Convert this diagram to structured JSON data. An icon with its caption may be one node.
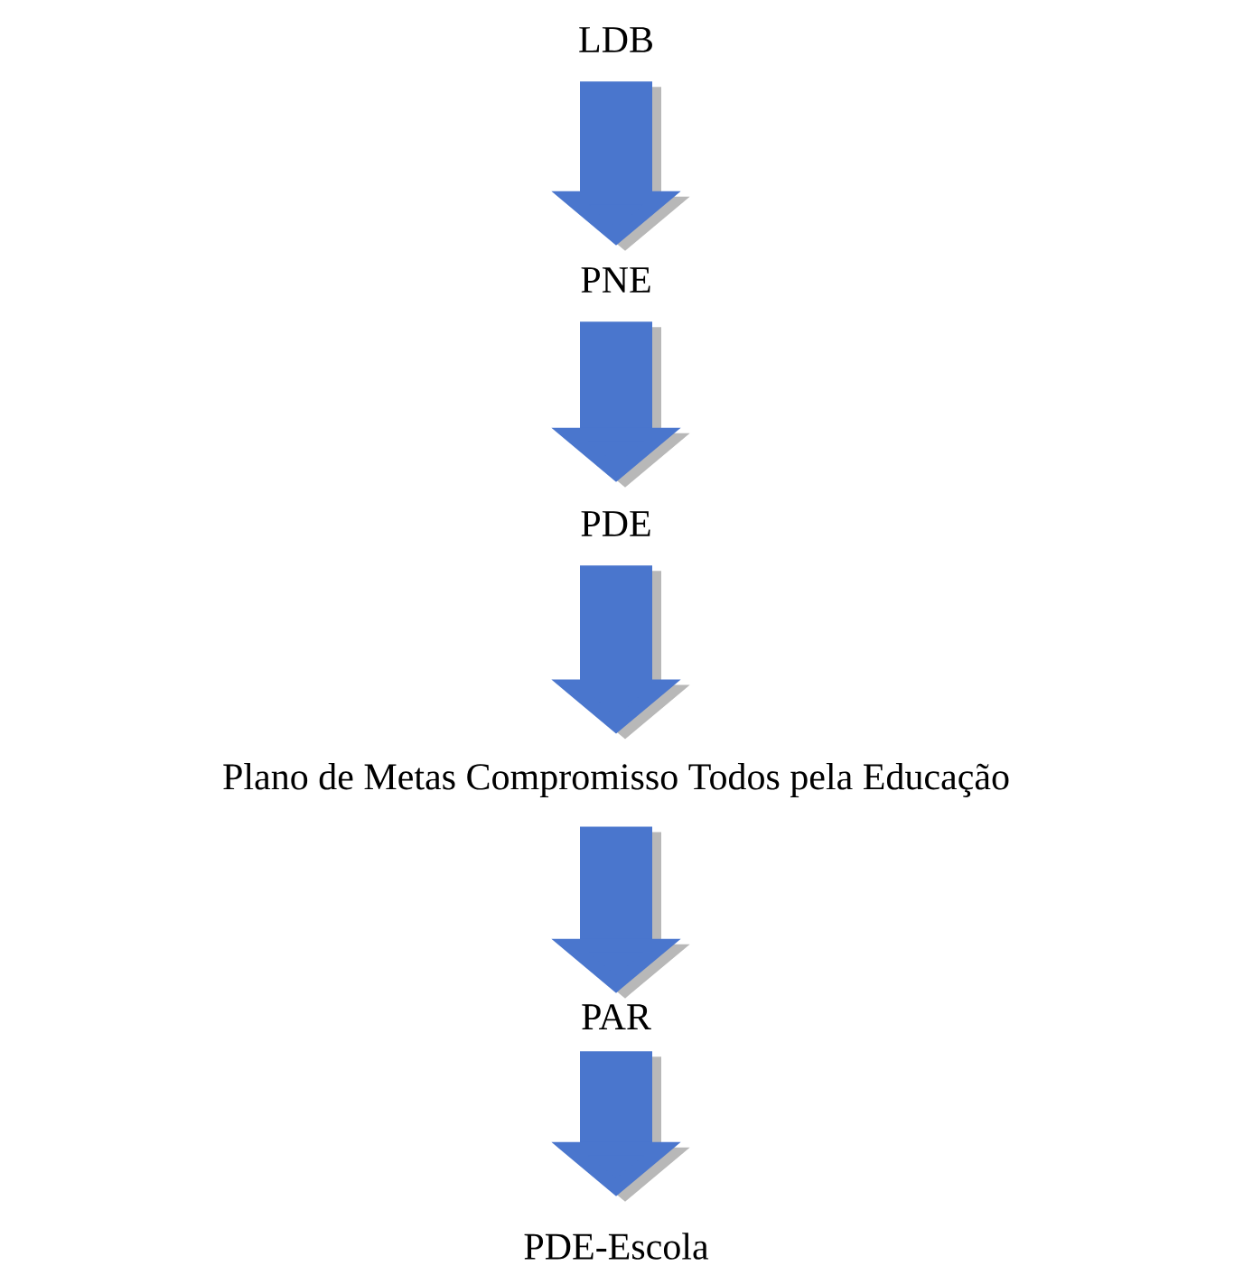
{
  "diagram": {
    "nodes": [
      {
        "text": [
          "LDB"
        ]
      },
      {
        "text": [
          "PNE"
        ]
      },
      {
        "text": [
          "PDE"
        ]
      },
      {
        "text": [
          "Plano de Metas Compromisso Todos pela Educação"
        ]
      },
      {
        "text": [
          "PAR"
        ]
      },
      {
        "text": [
          "PDE-Escola"
        ]
      }
    ],
    "edges": [
      {
        "from": 0,
        "to": 1,
        "arrow": "to"
      },
      {
        "from": 1,
        "to": 2,
        "arrow": "to"
      },
      {
        "from": 2,
        "to": 3,
        "arrow": "to"
      },
      {
        "from": 3,
        "to": 4,
        "arrow": "to"
      },
      {
        "from": 4,
        "to": 5,
        "arrow": "to"
      }
    ]
  }
}
